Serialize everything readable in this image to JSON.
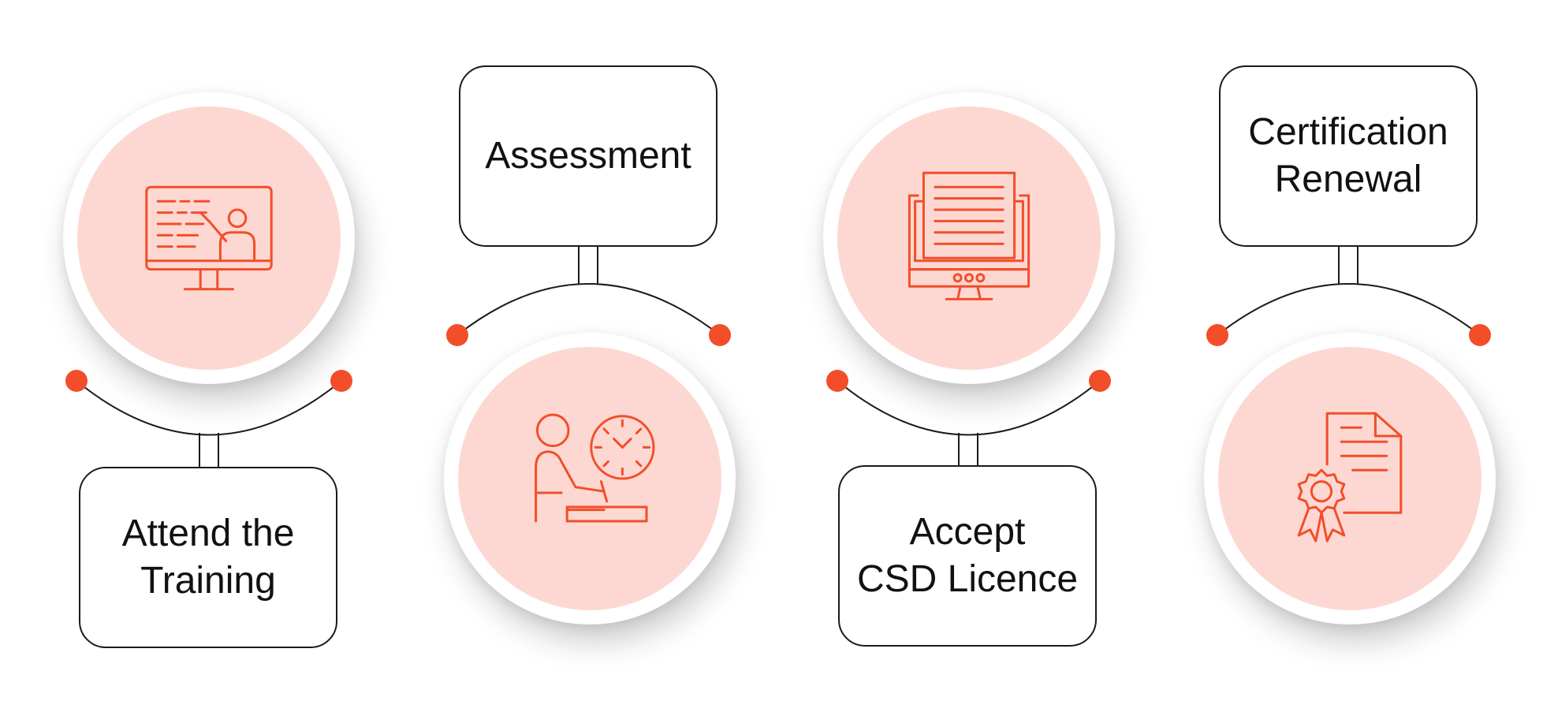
{
  "colors": {
    "accent": "#f24e2a",
    "circle_fill": "#fdd8d2",
    "line": "#1a1a1a",
    "background": "#ffffff"
  },
  "steps": [
    {
      "icon": "online-training-monitor-icon",
      "label_lines": [
        "Attend the",
        "Training"
      ]
    },
    {
      "icon": "timed-exam-icon",
      "label_lines": [
        "Assessment"
      ]
    },
    {
      "icon": "licence-document-monitor-icon",
      "label_lines": [
        "Accept",
        "CSD Licence"
      ]
    },
    {
      "icon": "certificate-ribbon-icon",
      "label_lines": [
        "Certification",
        "Renewal"
      ]
    }
  ]
}
